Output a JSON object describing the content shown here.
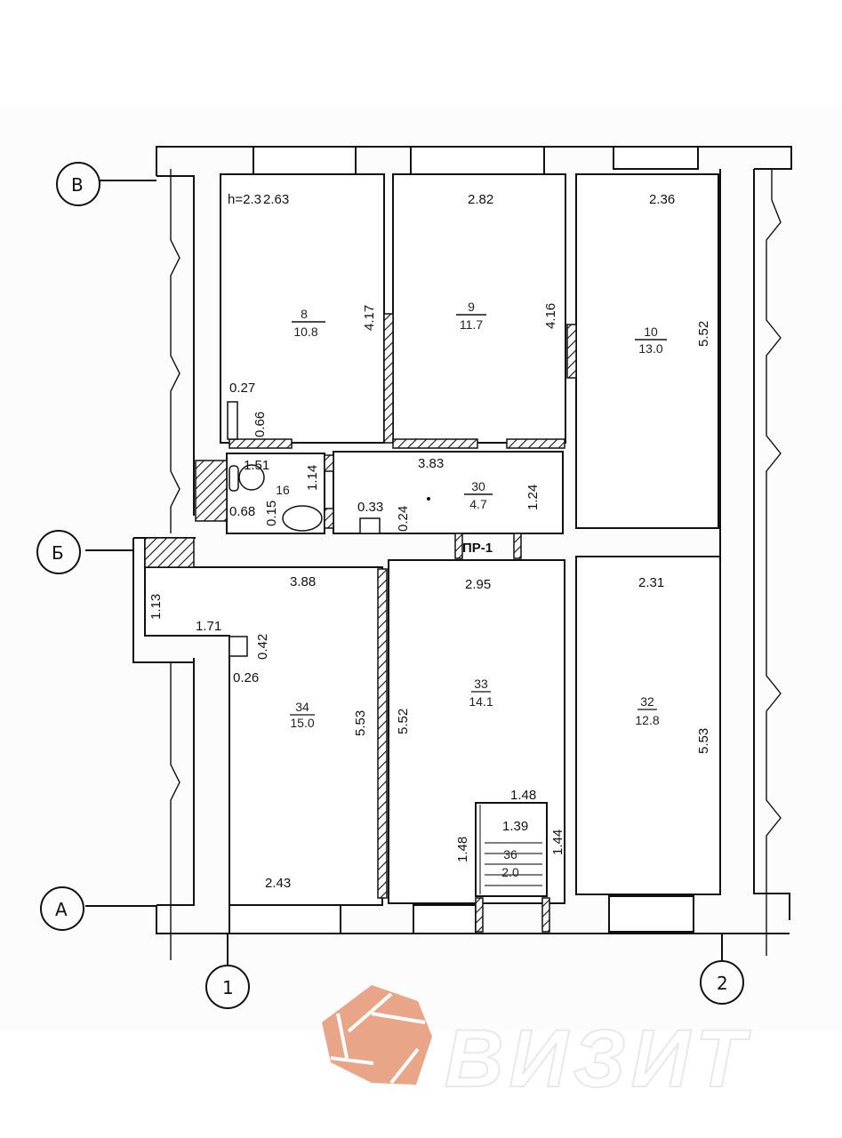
{
  "plan": {
    "ceiling_height_label": "h=2.3",
    "axes": {
      "rows": [
        {
          "id": "axis-v",
          "label": "В"
        },
        {
          "id": "axis-b",
          "label": "Б"
        },
        {
          "id": "axis-a",
          "label": "А"
        }
      ],
      "columns": [
        {
          "id": "axis-1",
          "label": "1"
        },
        {
          "id": "axis-2",
          "label": "2"
        }
      ]
    },
    "rooms": [
      {
        "number": "8",
        "area": "10.8",
        "width": "2.63",
        "length": "4.17"
      },
      {
        "number": "9",
        "area": "11.7",
        "width": "2.82",
        "length": "4.16"
      },
      {
        "number": "10",
        "area": "13.0",
        "width": "2.36",
        "length": "5.52"
      },
      {
        "number": "16",
        "area": "",
        "width": "1.51",
        "length": "1.14"
      },
      {
        "number": "30",
        "area": "4.7",
        "width": "3.83",
        "length": "1.24"
      },
      {
        "number": "34",
        "area": "15.0",
        "width": "3.88",
        "length": "5.53",
        "bottom_width": "2.43"
      },
      {
        "number": "33",
        "area": "14.1",
        "width": "2.95",
        "length": "5.52"
      },
      {
        "number": "32",
        "area": "12.8",
        "width": "2.31",
        "length": "5.53"
      },
      {
        "number": "36",
        "area": "2.0",
        "width": "1.39",
        "outer_width": "1.48",
        "length_left": "1.48",
        "length_right": "1.44"
      }
    ],
    "minor_dims": {
      "niche_w": "0.27",
      "niche_h": "0.66",
      "wc_a": "0.68",
      "wc_b": "0.15",
      "shaft_w": "0.33",
      "shaft_h": "0.24",
      "hall_h": "1.13",
      "hall_w": "1.71",
      "vent_h": "0.42",
      "vent_w": "0.26"
    },
    "opening_label": "ПР-1"
  },
  "watermark": {
    "text": "ВИЗИТ",
    "logo_color": "#e8a587"
  }
}
